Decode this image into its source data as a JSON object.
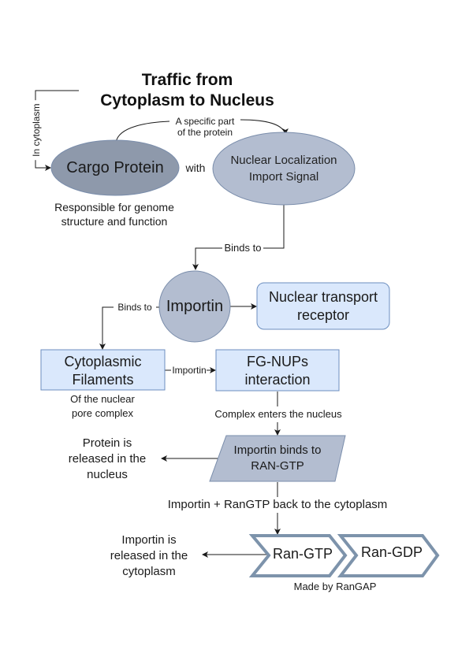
{
  "title": {
    "line1": "Traffic from",
    "line2": "Cytoplasm to Nucleus"
  },
  "colors": {
    "dark_node": "#8e99ab",
    "mid_node": "#b3bdd0",
    "light_box": "#dae8fc",
    "box_stroke": "#6c8ebf",
    "chevron_stroke": "#7d93ab",
    "edge": "#1a1a1a"
  },
  "nodes": {
    "cargo_protein": {
      "label": "Cargo Protein",
      "note": [
        "Responsible for genome",
        "structure and function"
      ]
    },
    "nls": {
      "label": [
        "Nuclear Localization",
        "Import Signal"
      ]
    },
    "importin": {
      "label": "Importin"
    },
    "nuclear_transport_receptor": {
      "label": [
        "Nuclear transport",
        "receptor"
      ]
    },
    "cytoplasmic_filaments": {
      "label": [
        "Cytoplasmic",
        "Filaments"
      ],
      "note": [
        "Of the nuclear",
        "pore complex"
      ]
    },
    "fg_nups": {
      "label": [
        "FG-NUPs",
        "interaction"
      ]
    },
    "importin_ran": {
      "label": [
        "Importin binds to",
        "RAN-GTP"
      ]
    },
    "protein_released": {
      "label": [
        "Protein is",
        "released in the",
        "nucleus"
      ]
    },
    "ran_gtp": {
      "label": "Ran-GTP"
    },
    "ran_gdp": {
      "label": "Ran-GDP",
      "note": "Made by RanGAP"
    },
    "importin_released": {
      "label": [
        "Importin is",
        "released in the",
        "cytoplasm"
      ]
    }
  },
  "edges": {
    "in_cytoplasm": "In cytoplasm",
    "specific_part": [
      "A specific part",
      "of the protein"
    ],
    "with": "with",
    "nls_binds_to": "Binds to",
    "importin_binds_to": "Binds to",
    "filaments_importin": "Importin",
    "complex_enters": "Complex enters the nucleus",
    "back_to_cytoplasm": "Importin + RanGTP back to the cytoplasm"
  }
}
